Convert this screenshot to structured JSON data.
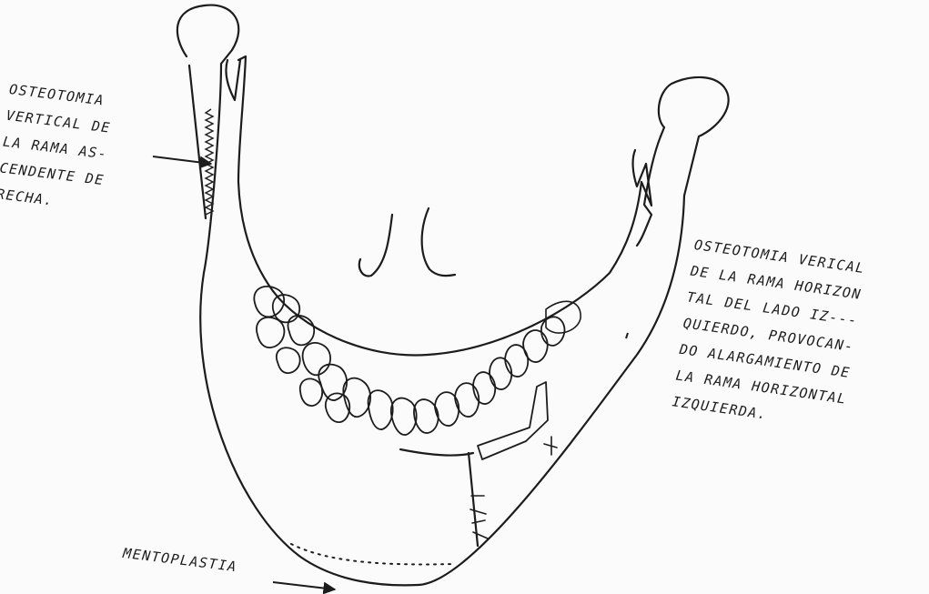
{
  "labels": {
    "left": {
      "lines": [
        "OSTEOTOMIA",
        "VERTICAL DE",
        "LA RAMA AS-",
        "CENDENTE DE",
        "RECHA."
      ]
    },
    "right": {
      "lines": [
        "OSTEOTOMIA VERICAL",
        "DE LA RAMA HORIZON",
        "TAL DEL LADO IZ---",
        "QUIERDO, PROVOCAN-",
        "DO ALARGAMIENTO DE",
        "LA RAMA HORIZONTAL",
        "IZQUIERDA."
      ]
    },
    "bottom": {
      "text": "MENTOPLASTIA"
    }
  },
  "colors": {
    "ink": "#1c1c1c",
    "paper": "#fbfbfb"
  }
}
